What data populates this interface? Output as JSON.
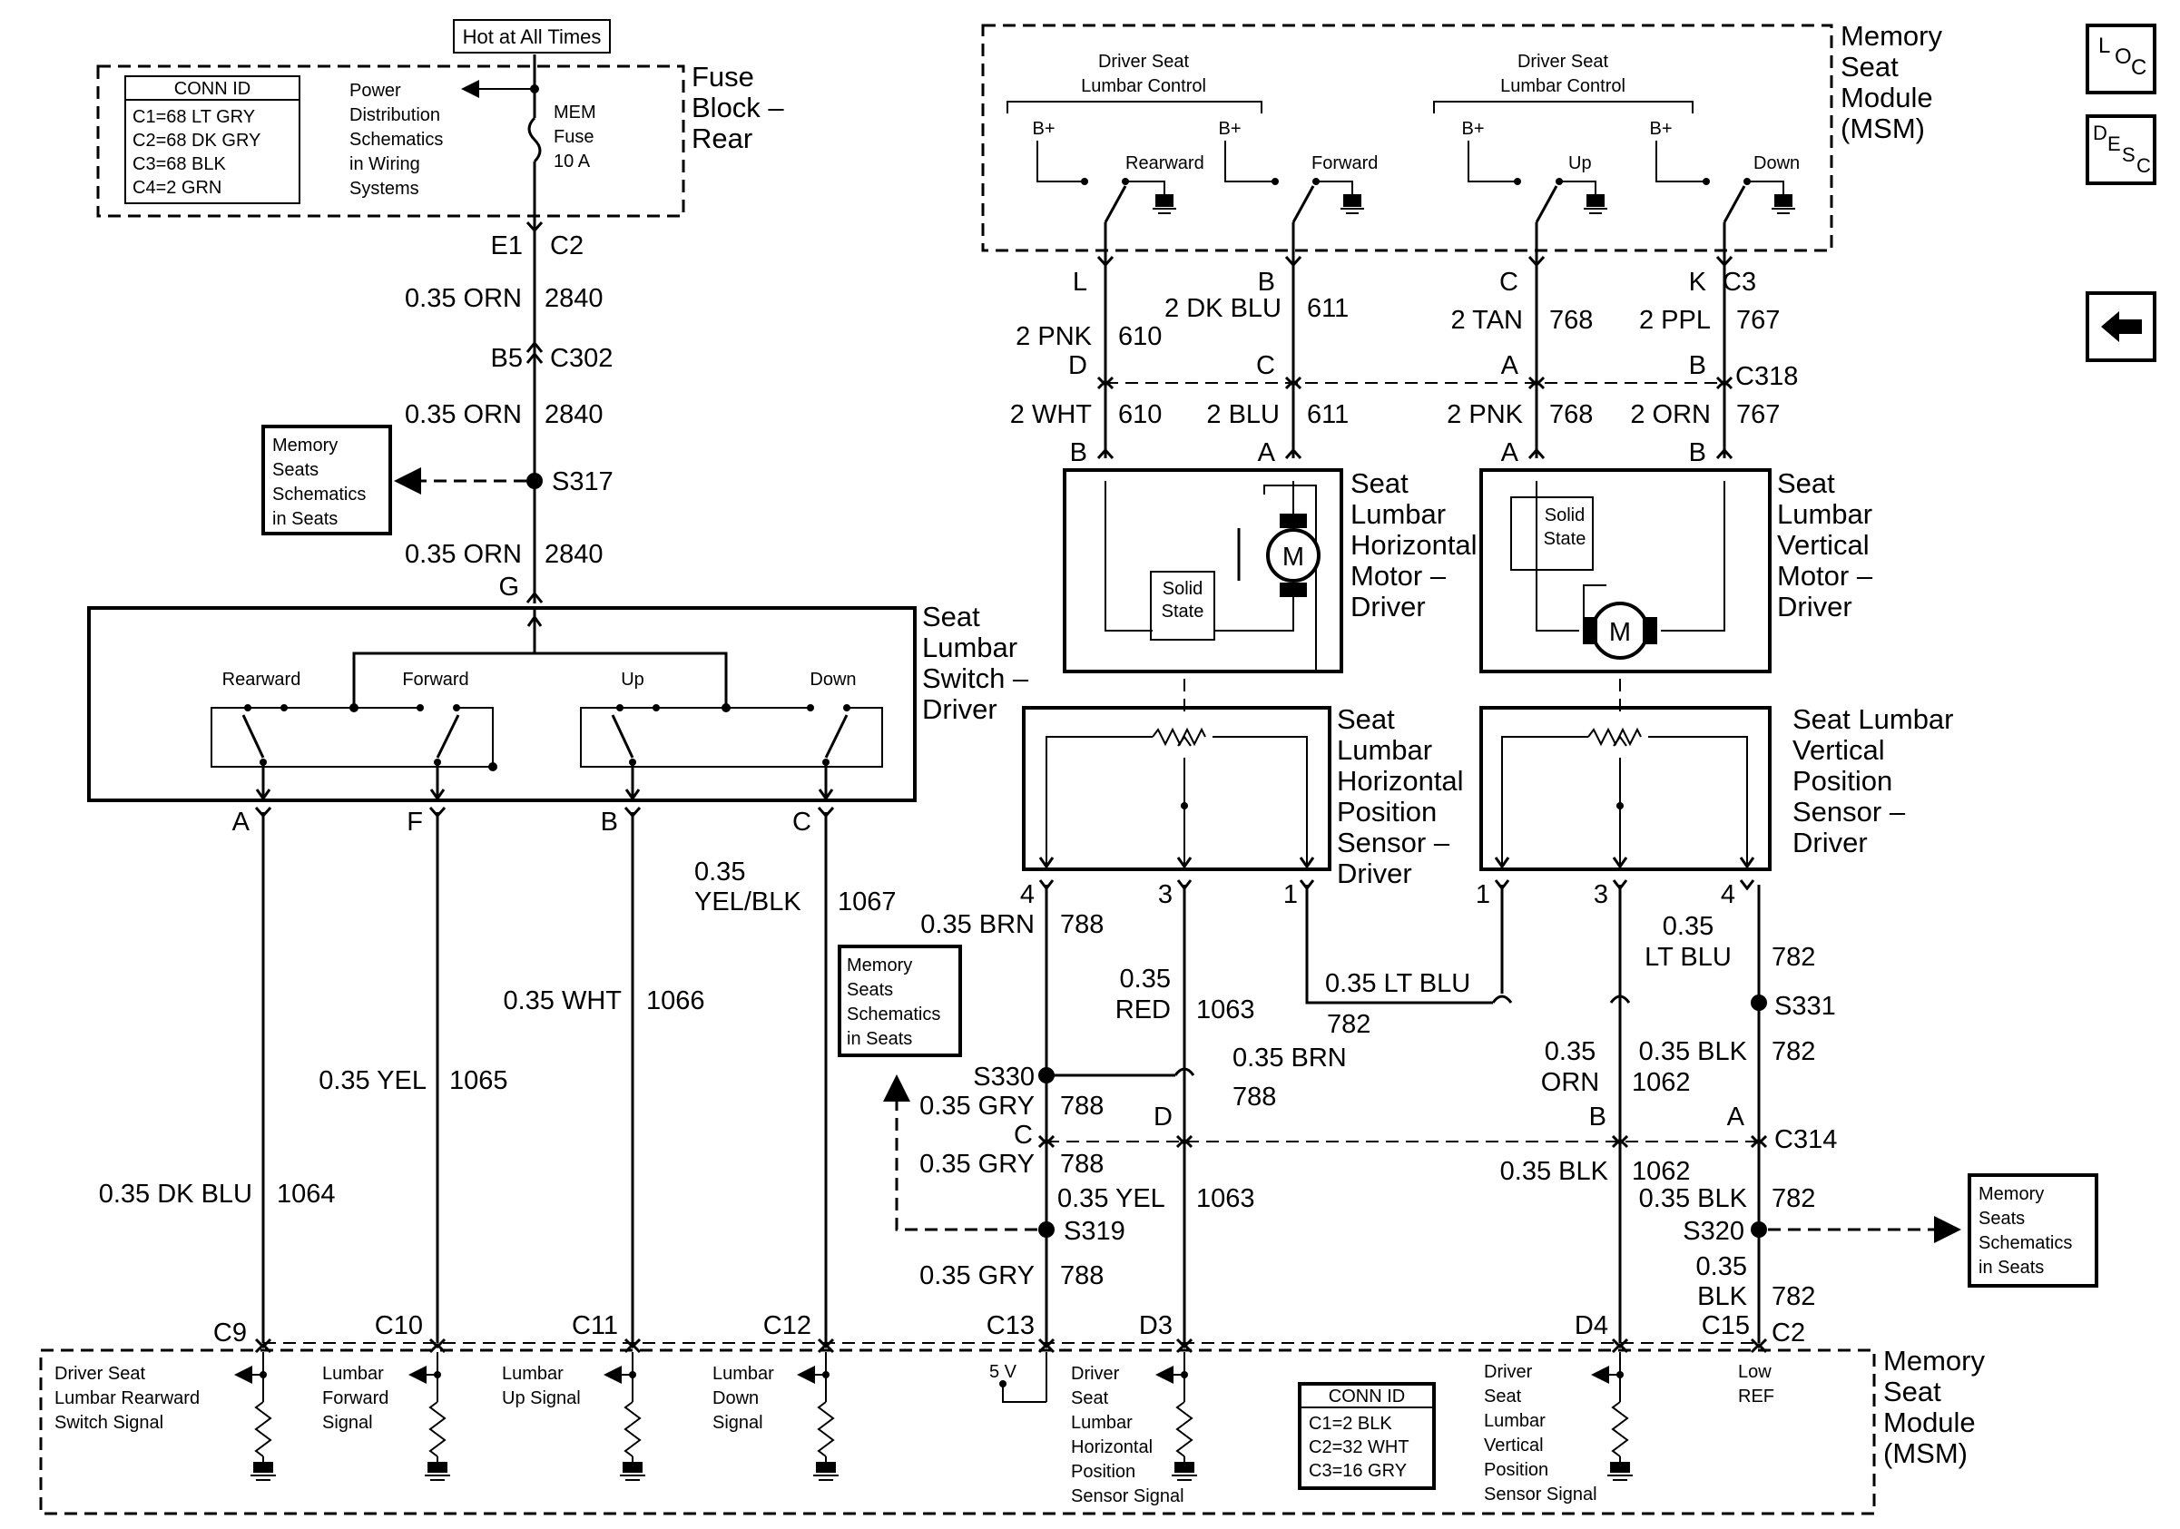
{
  "hot_at_all_times": "Hot at All Times",
  "fuse_block": {
    "title": [
      "Fuse",
      "Block –",
      "Rear"
    ],
    "conn_id_title": "CONN ID",
    "conn_ids": [
      "C1=68 LT GRY",
      "C2=68 DK GRY",
      "C3=68 BLK",
      "C4=2 GRN"
    ],
    "power_ref": [
      "Power",
      "Distribution",
      "Schematics",
      "in Wiring",
      "Systems"
    ],
    "fuse": [
      "MEM",
      "Fuse",
      "10 A"
    ]
  },
  "feed": {
    "e1": "E1",
    "c2": "C2",
    "w1_gauge": "0.35 ORN",
    "w1_circuit": "2840",
    "b5": "B5",
    "c302": "C302",
    "w2_gauge": "0.35 ORN",
    "w2_circuit": "2840",
    "s317": "S317",
    "memory_ref": [
      "Memory",
      "Seats",
      "Schematics",
      "in Seats"
    ],
    "w3_gauge": "0.35 ORN",
    "w3_circuit": "2840",
    "g": "G"
  },
  "switch": {
    "title": [
      "Seat",
      "Lumbar",
      "Switch –",
      "Driver"
    ],
    "labels": [
      "Rearward",
      "Forward",
      "Up",
      "Down"
    ],
    "pins": [
      "A",
      "F",
      "B",
      "C"
    ]
  },
  "switch_wires": [
    {
      "gauge": "0.35 DK BLU",
      "circuit": "1064",
      "conn": "C9",
      "msm_label": [
        "Driver Seat",
        "Lumbar Rearward",
        "Switch Signal"
      ]
    },
    {
      "gauge": "0.35 YEL",
      "circuit": "1065",
      "conn": "C10",
      "msm_label": [
        "Lumbar",
        "Forward",
        "Signal"
      ]
    },
    {
      "gauge": "0.35 WHT",
      "circuit": "1066",
      "conn": "C11",
      "msm_label": [
        "Lumbar",
        "Up Signal"
      ]
    },
    {
      "gauge_top": "0.35",
      "gauge": "YEL/BLK",
      "circuit": "1067",
      "conn": "C12",
      "msm_label": [
        "Lumbar",
        "Down",
        "Signal"
      ]
    }
  ],
  "msm_top": {
    "title": [
      "Memory",
      "Seat",
      "Module",
      "(MSM)"
    ],
    "ctrl1": [
      "Driver Seat",
      "Lumbar Control"
    ],
    "ctrl2": [
      "Driver Seat",
      "Lumbar Control"
    ],
    "bplus": "B+",
    "switches": [
      "Rearward",
      "Forward",
      "Up",
      "Down"
    ],
    "pins": [
      "L",
      "B",
      "C",
      "K"
    ],
    "c3": "C3"
  },
  "motor_wires_upper": [
    {
      "gauge": "2 PNK",
      "circuit": "610",
      "pin": "D"
    },
    {
      "gauge": "2 DK BLU",
      "circuit": "611",
      "pin": "C"
    },
    {
      "gauge": "2 TAN",
      "circuit": "768",
      "pin": "A"
    },
    {
      "gauge": "2 PPL",
      "circuit": "767",
      "pin": "B"
    }
  ],
  "c318": "C318",
  "motor_wires_lower": [
    {
      "gauge": "2 WHT",
      "circuit": "610",
      "pin": "B"
    },
    {
      "gauge": "2 BLU",
      "circuit": "611",
      "pin": "A"
    },
    {
      "gauge": "2 PNK",
      "circuit": "768",
      "pin": "A"
    },
    {
      "gauge": "2 ORN",
      "circuit": "767",
      "pin": "B"
    }
  ],
  "h_motor": {
    "title": [
      "Seat",
      "Lumbar",
      "Horizontal",
      "Motor –",
      "Driver"
    ],
    "m": "M",
    "solid_state": [
      "Solid",
      "State"
    ]
  },
  "v_motor": {
    "title": [
      "Seat",
      "Lumbar",
      "Vertical",
      "Motor –",
      "Driver"
    ],
    "m": "M",
    "solid_state": [
      "Solid",
      "State"
    ]
  },
  "h_sensor": {
    "title": [
      "Seat",
      "Lumbar",
      "Horizontal",
      "Position",
      "Sensor –",
      "Driver"
    ],
    "pins": [
      "4",
      "3",
      "1"
    ]
  },
  "v_sensor": {
    "title": [
      "Seat Lumbar",
      "Vertical",
      "Position",
      "Sensor –",
      "Driver"
    ],
    "pins": [
      "1",
      "3",
      "4"
    ]
  },
  "sensor_wires": {
    "brn_gauge": "0.35 BRN",
    "brn_circuit": "788",
    "red_gauge_top": "0.35",
    "red_gauge": "RED",
    "red_circuit": "1063",
    "ltblu_gauge": "0.35 LT BLU",
    "ltblu_circuit": "782",
    "ltblu2_gauge_top": "0.35",
    "ltblu2_gauge": "LT BLU",
    "ltblu2_circuit": "782",
    "s331": "S331",
    "brn2_gauge": "0.35 BRN",
    "brn2_circuit": "788",
    "orn_gauge_top": "0.35",
    "orn_gauge": "ORN",
    "orn_circuit": "1062",
    "blk_gauge": "0.35 BLK",
    "blk_circuit": "782",
    "s330": "S330",
    "gry1_gauge": "0.35 GRY",
    "gry1_circuit": "788",
    "c314_pins": [
      "C",
      "D",
      "B",
      "A"
    ],
    "c314": "C314",
    "gry2_gauge": "0.35 GRY",
    "gry2_circuit": "788",
    "yel_gauge": "0.35 YEL",
    "yel_circuit": "1063",
    "blk2_gauge": "0.35 BLK",
    "blk2_circuit": "1062",
    "blk3_gauge": "0.35 BLK",
    "blk3_circuit": "782",
    "s319": "S319",
    "s320": "S320",
    "gry3_gauge": "0.35 GRY",
    "gry3_circuit": "788",
    "blk4_gauge_top": "0.35",
    "blk4_gauge": "BLK",
    "blk4_circuit": "782",
    "memory_ref_mid": [
      "Memory",
      "Seats",
      "Schematics",
      "in Seats"
    ],
    "memory_ref_right": [
      "Memory",
      "Seats",
      "Schematics",
      "in Seats"
    ]
  },
  "msm_bottom": {
    "title": [
      "Memory",
      "Seat",
      "Module",
      "(MSM)"
    ],
    "conns": [
      "C13",
      "D3",
      "D4",
      "C15",
      "C2"
    ],
    "five_v": "5 V",
    "h_sensor_signal": [
      "Driver",
      "Seat",
      "Lumbar",
      "Horizontal",
      "Position",
      "Sensor Signal"
    ],
    "v_sensor_signal": [
      "Driver",
      "Seat",
      "Lumbar",
      "Vertical",
      "Position",
      "Sensor Signal"
    ],
    "low_ref": [
      "Low",
      "REF"
    ],
    "conn_id_title": "CONN ID",
    "conn_ids": [
      "C1=2 BLK",
      "C2=32 WHT",
      "C3=16 GRY"
    ]
  },
  "side_icons": {
    "loc": [
      "L",
      "O",
      "C"
    ],
    "desc": [
      "D",
      "E",
      "S",
      "C"
    ],
    "back_arrow": "back-arrow-icon"
  }
}
